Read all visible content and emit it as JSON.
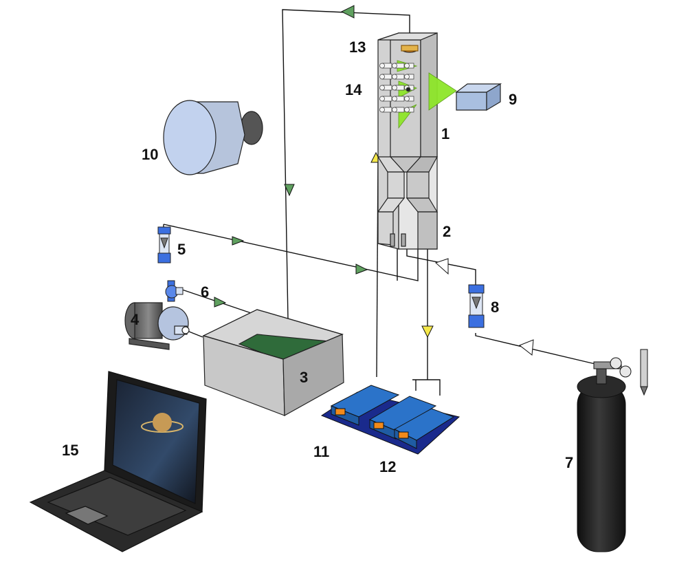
{
  "labels": {
    "l1": "1",
    "l2": "2",
    "l3": "3",
    "l4": "4",
    "l5": "5",
    "l6": "6",
    "l7": "7",
    "l8": "8",
    "l9": "9",
    "l10": "10",
    "l11": "11",
    "l12": "12",
    "l13": "13",
    "l14": "14",
    "l15": "15"
  },
  "colors": {
    "pipe": "#111111",
    "flow_arrow": "#5fa05f",
    "flow_arrow_yellow": "#f5e84a",
    "laser_beam": "#8ee62a",
    "water": "#2f6b3a",
    "blue_component": "#3b6fe0",
    "power_supply": "#2b73c9",
    "power_label": "#f28a1a",
    "base_plate": "#1a2a8c",
    "tank": "#c8c8c8",
    "cylinder": "#222222"
  }
}
